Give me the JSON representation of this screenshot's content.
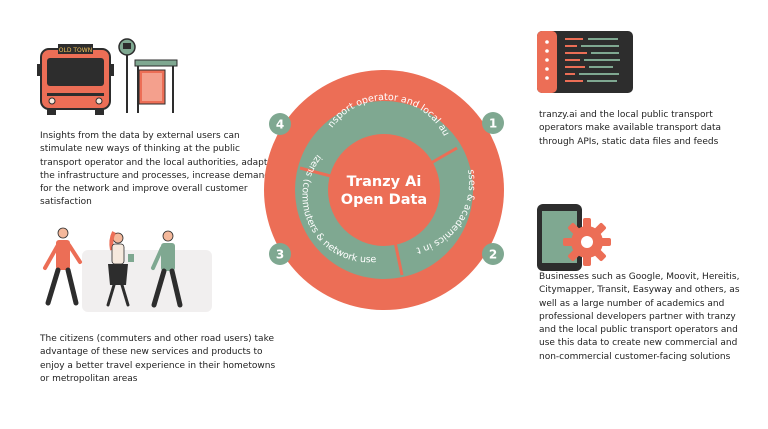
{
  "center": {
    "line1": "Tranzy Ai",
    "line2": "Open Data"
  },
  "segments": {
    "top": "Public transport operator and local authorities",
    "right": "Businesses & academics in the city",
    "left": "Citizens (commuters & network users)"
  },
  "steps": {
    "n1": "1",
    "n2": "2",
    "n3": "3",
    "n4": "4"
  },
  "bus_sign": "OLD TOWN",
  "descriptions": {
    "d1": "tranzy.ai and the local public transport operators make available transport data through APIs, static data files and feeds",
    "d2": "Businesses such as Google, Moovit, Hereitis, Citymapper, Transit, Easyway and others, as well as a large number of academics and professional developers partner with tranzy and the local public transport operators and use this data to create new commercial and non-commercial customer-facing solutions",
    "d3": "The citizens (commuters and other road users) take advantage of these new services and products to enjoy a better travel experience in their hometowns or metropolitan areas",
    "d4": "Insights from the data by external users can stimulate new ways of thinking at the public transport operator and the local authorities, adapt the infrastructure and processes, increase demand for the network and improve overall customer satisfaction"
  },
  "colors": {
    "coral": "#EC6E56",
    "green": "#7FA891",
    "dark": "#2D2D2D"
  }
}
